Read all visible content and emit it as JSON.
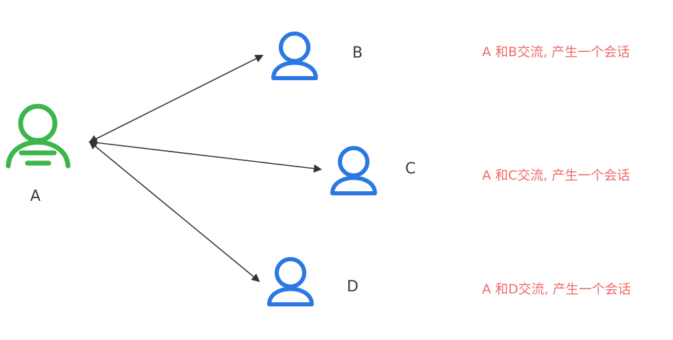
{
  "nodes": {
    "a": {
      "label": "A",
      "color": "#3cb54a",
      "icon": "user-icon"
    },
    "b": {
      "label": "B",
      "color": "#2b78e4",
      "icon": "user-icon"
    },
    "c": {
      "label": "C",
      "color": "#2b78e4",
      "icon": "user-icon"
    },
    "d": {
      "label": "D",
      "color": "#2b78e4",
      "icon": "user-icon"
    }
  },
  "notes": {
    "b": "A 和B交流, 产生一个会话",
    "c": "A 和C交流, 产生一个会话",
    "d": "A 和D交流, 产生一个会话"
  },
  "colors": {
    "arrow": "#333333",
    "note": "#ee6b6b"
  }
}
